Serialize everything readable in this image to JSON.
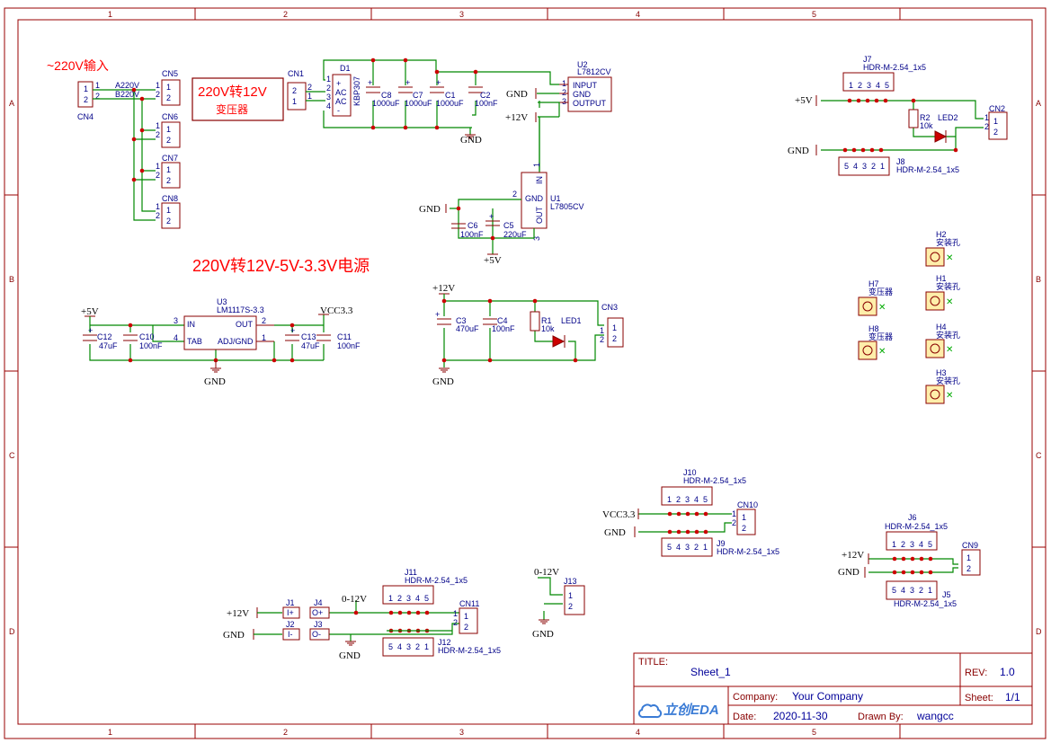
{
  "frame": {
    "columns": [
      "1",
      "2",
      "3",
      "4",
      "5"
    ],
    "rows": [
      "A",
      "B",
      "C",
      "D"
    ]
  },
  "titles": {
    "input_note": "~220V输入",
    "transformer_line1": "220V转12V",
    "transformer_line2": "变压器",
    "main_title": "220V转12V-5V-3.3V电源"
  },
  "nets": {
    "gnd": "GND",
    "p5v": "+5V",
    "p12v": "+12V",
    "vcc33": "VCC3.3",
    "v012": "0-12V",
    "a220": "A220V",
    "b220": "B220V"
  },
  "connectors": {
    "cn1": "CN1",
    "cn2": "CN2",
    "cn3": "CN3",
    "cn4": "CN4",
    "cn5": "CN5",
    "cn6": "CN6",
    "cn7": "CN7",
    "cn8": "CN8",
    "cn9": "CN9",
    "cn10": "CN10",
    "cn11": "CN11",
    "j1": "J1",
    "j2": "J2",
    "j3": "J3",
    "j4": "J4",
    "j13": "J13",
    "j1_sym": "I+",
    "j2_sym": "I-",
    "j3_sym": "O-",
    "j4_sym": "O+",
    "pin1": "1",
    "pin2": "2",
    "pin3": "3",
    "pin4": "4",
    "pin5": "5"
  },
  "headers": {
    "part": "HDR-M-2.54_1x5",
    "j5": "J5",
    "j6": "J6",
    "j7": "J7",
    "j8": "J8",
    "j9": "J9",
    "j10": "J10",
    "j11": "J11",
    "j12": "J12"
  },
  "parts": {
    "d1": "D1",
    "d1_val": "KBP307",
    "ac": "AC",
    "plus": "+",
    "minus": "-",
    "c8": "C8",
    "c7": "C7",
    "c1": "C1",
    "c2": "C2",
    "v1000uf": "1000uF",
    "v100nf": "100nF",
    "u2": "U2",
    "u2_val": "L7812CV",
    "u2_in": "INPUT",
    "u2_gnd": "GND",
    "u2_out": "OUTPUT",
    "u1": "U1",
    "u1_val": "L7805CV",
    "u1_in": "IN",
    "u1_gnd": "GND",
    "u1_out": "OUT",
    "c6": "C6",
    "c5": "C5",
    "v220uf": "220uF",
    "u3": "U3",
    "u3_val": "LM1117S-3.3",
    "u3_in": "IN",
    "u3_out": "OUT",
    "u3_tab": "TAB",
    "u3_adj": "ADJ/GND",
    "c12": "C12",
    "c10": "C10",
    "c13": "C13",
    "c11": "C11",
    "v47uf": "47uF",
    "c3": "C3",
    "c4": "C4",
    "v470uf": "470uF",
    "r1": "R1",
    "r2": "R2",
    "v10k": "10k",
    "led1": "LED1",
    "led2": "LED2"
  },
  "holes": [
    {
      "ref": "H2",
      "label": "安装孔"
    },
    {
      "ref": "H1",
      "label": "安装孔"
    },
    {
      "ref": "H4",
      "label": "安装孔"
    },
    {
      "ref": "H3",
      "label": "安装孔"
    },
    {
      "ref": "H7",
      "label": "变压器"
    },
    {
      "ref": "H8",
      "label": "变压器"
    }
  ],
  "title_block": {
    "title_label": "TITLE:",
    "title": "Sheet_1",
    "rev_label": "REV:",
    "rev": "1.0",
    "company_label": "Company:",
    "company": "Your Company",
    "sheet_label": "Sheet:",
    "sheet": "1/1",
    "date_label": "Date:",
    "date": "2020-11-30",
    "drawn_label": "Drawn By:",
    "drawn": "wangcc",
    "logo": "立创EDA"
  },
  "colors": {
    "frame": "#990000",
    "wire": "#008800",
    "junction": "#cc0000",
    "annotation": "#ff0000",
    "reference": "#000088"
  }
}
